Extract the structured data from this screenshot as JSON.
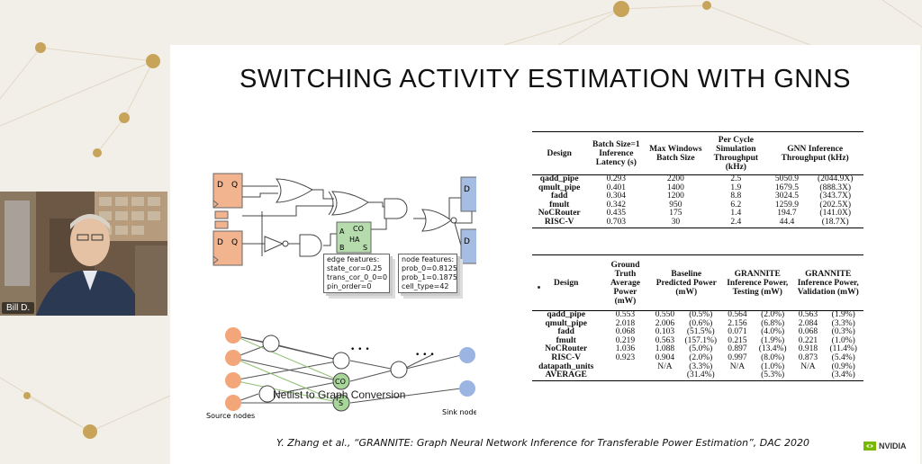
{
  "slide": {
    "title": "SWITCHING ACTIVITY ESTIMATION WITH GNNS",
    "citation": "Y. Zhang et al., “GRANNITE: Graph Neural Network Inference for Transferable Power Estimation”, DAC 2020",
    "brand": "NVIDIA"
  },
  "diagram": {
    "caption": "Netlist to Graph Conversion",
    "source_label": "Source nodes",
    "sink_label": "Sink nodes",
    "flop_d": "D",
    "flop_q": "Q",
    "ha_labels": {
      "a": "A",
      "b": "B",
      "co": "CO",
      "ha": "HA",
      "s": "S"
    },
    "node_co": "CO",
    "node_s": "S",
    "dots": "• • •",
    "edge_features": {
      "heading": "edge features:",
      "lines": [
        "state_cor=0.25",
        "trans_cor_0_0=0",
        "pin_order=0"
      ]
    },
    "node_features": {
      "heading": "node features:",
      "lines": [
        "prob_0=0.8125",
        "prob_1=0.1875",
        "cell_type=42"
      ]
    }
  },
  "table1": {
    "headers": [
      "Design",
      "Batch Size=1 Inference Latency (s)",
      "Max Windows Batch Size",
      "Per Cycle Simulation Throughput (kHz)",
      "GNN Inference Throughput (kHz)"
    ],
    "rows": [
      [
        "qadd_pipe",
        "0.293",
        "2200",
        "2.5",
        "5050.9",
        "(2044.9X)"
      ],
      [
        "qmult_pipe",
        "0.401",
        "1400",
        "1.9",
        "1679.5",
        "(888.3X)"
      ],
      [
        "fadd",
        "0.304",
        "1200",
        "8.8",
        "3024.5",
        "(343.7X)"
      ],
      [
        "fmult",
        "0.342",
        "950",
        "6.2",
        "1259.9",
        "(202.5X)"
      ],
      [
        "NoCRouter",
        "0.435",
        "175",
        "1.4",
        "194.7",
        "(141.0X)"
      ],
      [
        "RISC-V",
        "0.703",
        "30",
        "2.4",
        "44.4",
        "(18.7X)"
      ]
    ]
  },
  "table2": {
    "headers": [
      "Design",
      "Ground Truth Average Power (mW)",
      "Baseline Predicted Power (mW)",
      "GRANNITE Inference Power, Testing (mW)",
      "GRANNITE Inference Power, Validation (mW)"
    ],
    "rows": [
      [
        "qadd_pipe",
        "0.553",
        "0.550",
        "(0.5%)",
        "0.564",
        "(2.0%)",
        "0.563",
        "(1.9%)"
      ],
      [
        "qmult_pipe",
        "2.018",
        "2.006",
        "(0.6%)",
        "2.156",
        "(6.8%)",
        "2.084",
        "(3.3%)"
      ],
      [
        "fadd",
        "0.068",
        "0.103",
        "(51.5%)",
        "0.071",
        "(4.0%)",
        "0.068",
        "(0.3%)"
      ],
      [
        "fmult",
        "0.219",
        "0.563",
        "(157.1%)",
        "0.215",
        "(1.9%)",
        "0.221",
        "(1.0%)"
      ],
      [
        "NoCRouter",
        "1.036",
        "1.088",
        "(5.0%)",
        "0.897",
        "(13.4%)",
        "0.918",
        "(11.4%)"
      ],
      [
        "RISC-V",
        "0.923",
        "0.904",
        "(2.0%)",
        "0.997",
        "(8.0%)",
        "0.873",
        "(5.4%)"
      ],
      [
        "datapath_units",
        "",
        "N/A",
        "(3.3%)",
        "N/A",
        "(1.0%)",
        "N/A",
        "(0.9%)"
      ],
      [
        "AVERAGE",
        "",
        "",
        "(31.4%)",
        "",
        "(5.3%)",
        "",
        "(3.4%)"
      ]
    ]
  },
  "webcam": {
    "participant": "Bill D."
  },
  "colors": {
    "flop_orange": "#f2b38f",
    "flop_blue": "#a6bde3",
    "ha_green": "#b6dcae",
    "node_orange": "#f3a679",
    "node_blue": "#9bb4e2",
    "node_green": "#a8d59a",
    "gold": "#c7a45a"
  }
}
